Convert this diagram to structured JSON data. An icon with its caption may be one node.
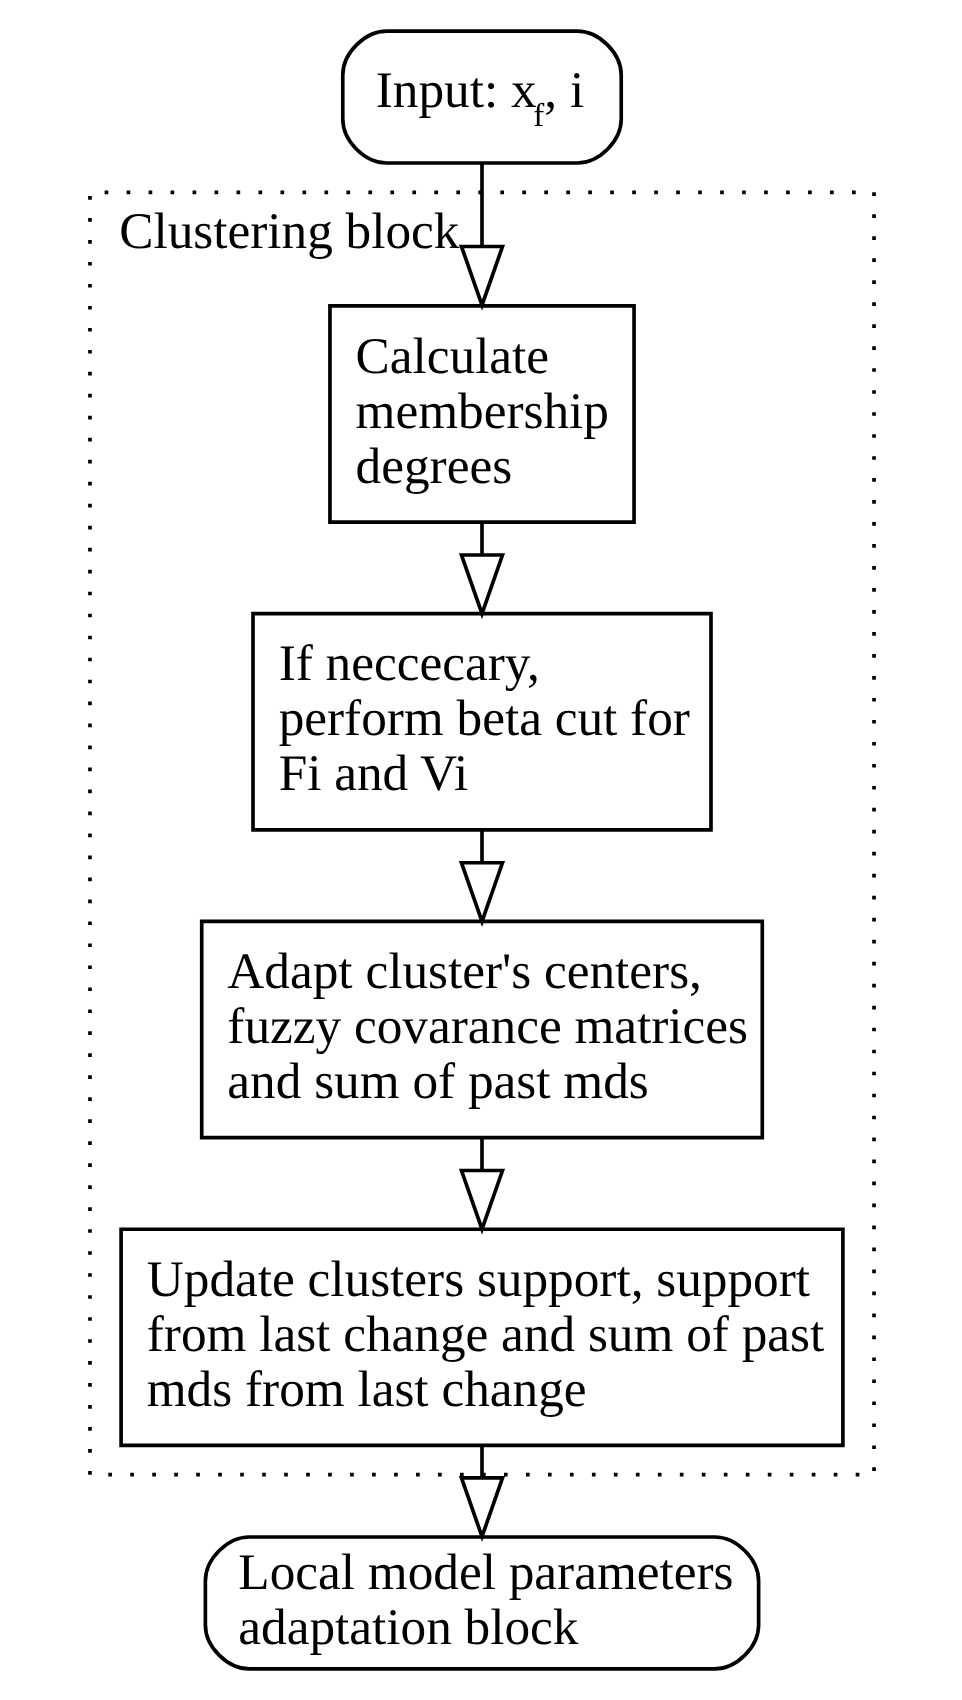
{
  "diagram": {
    "nodes": [
      {
        "text": [
          "Input: x$_{f}$, i"
        ]
      },
      {
        "text": [
          "Clustering block"
        ]
      },
      {
        "text": [
          "Calculate membership degrees"
        ],
        "in": 1
      },
      {
        "text": [
          "If neccecary, perform beta cut for Fi and Vi"
        ],
        "in": 1
      },
      {
        "text": [
          "Adapt cluster's centers, fuzzy covarance matrices and sum of past mds"
        ],
        "in": 1
      },
      {
        "text": [
          "Update clusters support, support from last change and sum of past mds from last change"
        ],
        "in": 1
      },
      {
        "text": [
          "Local model parameters adaptation block"
        ]
      }
    ],
    "edges": [
      {
        "from": 0,
        "to": 2,
        "arrow": "to"
      },
      {
        "from": 2,
        "to": 3,
        "arrow": "to"
      },
      {
        "from": 3,
        "to": 4,
        "arrow": "to"
      },
      {
        "from": 4,
        "to": 5,
        "arrow": "to"
      },
      {
        "from": 5,
        "to": 6,
        "arrow": "to"
      }
    ]
  }
}
